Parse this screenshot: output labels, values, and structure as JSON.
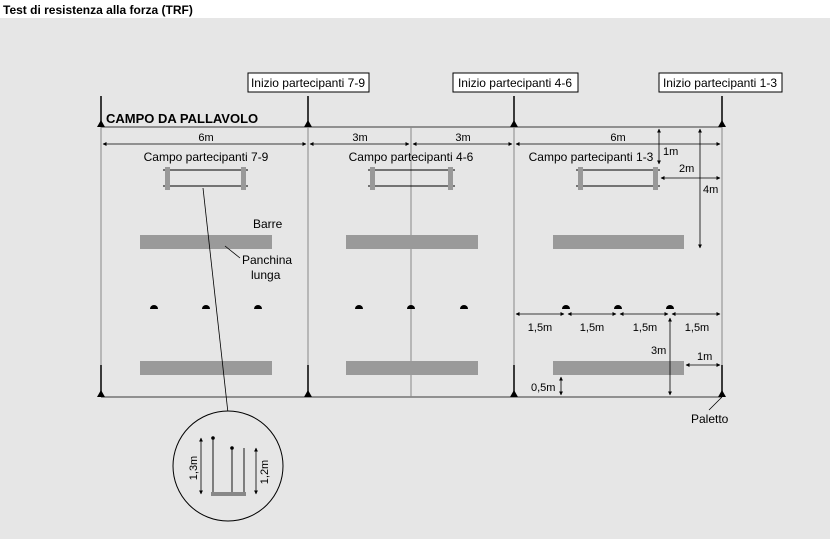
{
  "title": "Test di resistenza alla forza (TRF)",
  "diagram": {
    "court_label": "CAMPO DA PALLAVOLO",
    "start_labels": [
      "Inizio partecipanti 7-9",
      "Inizio partecipanti 4-6",
      "Inizio partecipanti 1-3"
    ],
    "field_labels": [
      "Campo partecipanti 7-9",
      "Campo partecipanti 4-6",
      "Campo partecipanti 1-3"
    ],
    "top_dims": [
      "6m",
      "3m",
      "3m",
      "6m"
    ],
    "right_dims": {
      "d1": "1m",
      "d2": "2m",
      "d3": "4m"
    },
    "row_dims": [
      "1,5m",
      "1,5m",
      "1,5m",
      "1,5m"
    ],
    "bottom_dims": {
      "d3m": "3m",
      "d1m": "1m",
      "d05": "0,5m"
    },
    "barre": "Barre",
    "panchina_1": "Panchina",
    "panchina_2": "lunga",
    "paletto": "Paletto",
    "inset": {
      "h1": "1,3m",
      "h2": "1,2m"
    }
  }
}
